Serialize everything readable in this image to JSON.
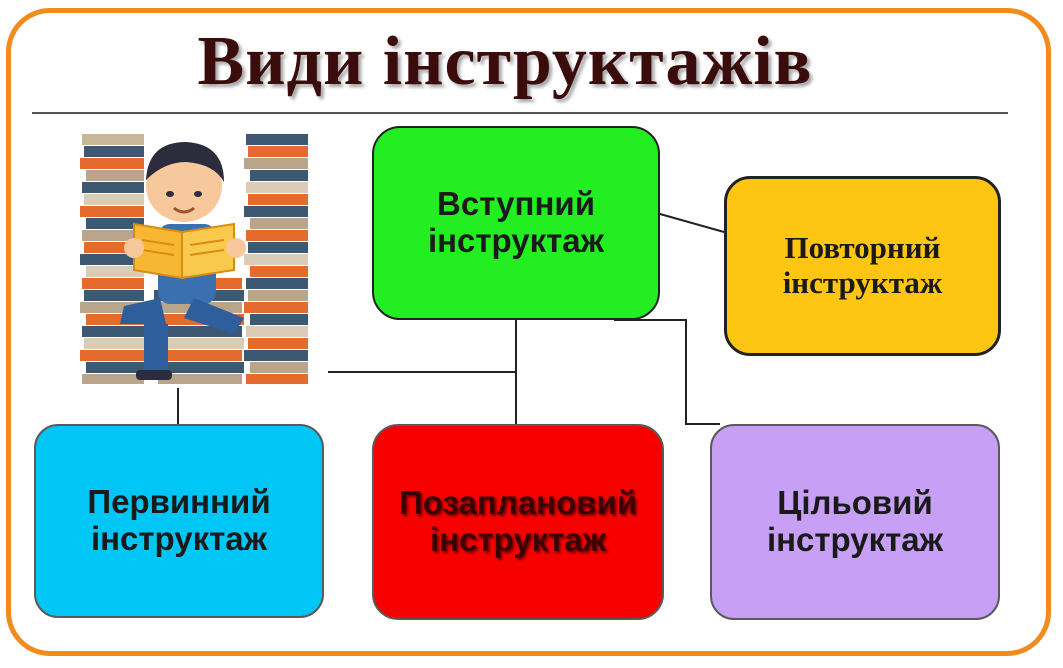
{
  "title": "Види інструктажів",
  "boxes": {
    "vstupnyi": [
      "Вступний",
      "інструктаж"
    ],
    "povtornyi": [
      "Повторний",
      "інструктаж"
    ],
    "pervynnyi": [
      "Первинний",
      "інструктаж"
    ],
    "pozaplanovyi": [
      "Позаплановий",
      "інструктаж"
    ],
    "tsilovyi": [
      "Цільовий",
      "інструктаж"
    ]
  },
  "colors": {
    "frame": "#f28a1c",
    "vstupnyi": "#22ee22",
    "povtornyi": "#fec613",
    "pervynnyi": "#00c6f6",
    "pozaplanovyi": "#f70000",
    "tsilovyi": "#c7a0f6"
  },
  "illustration": "person-reading-book-with-book-stacks"
}
